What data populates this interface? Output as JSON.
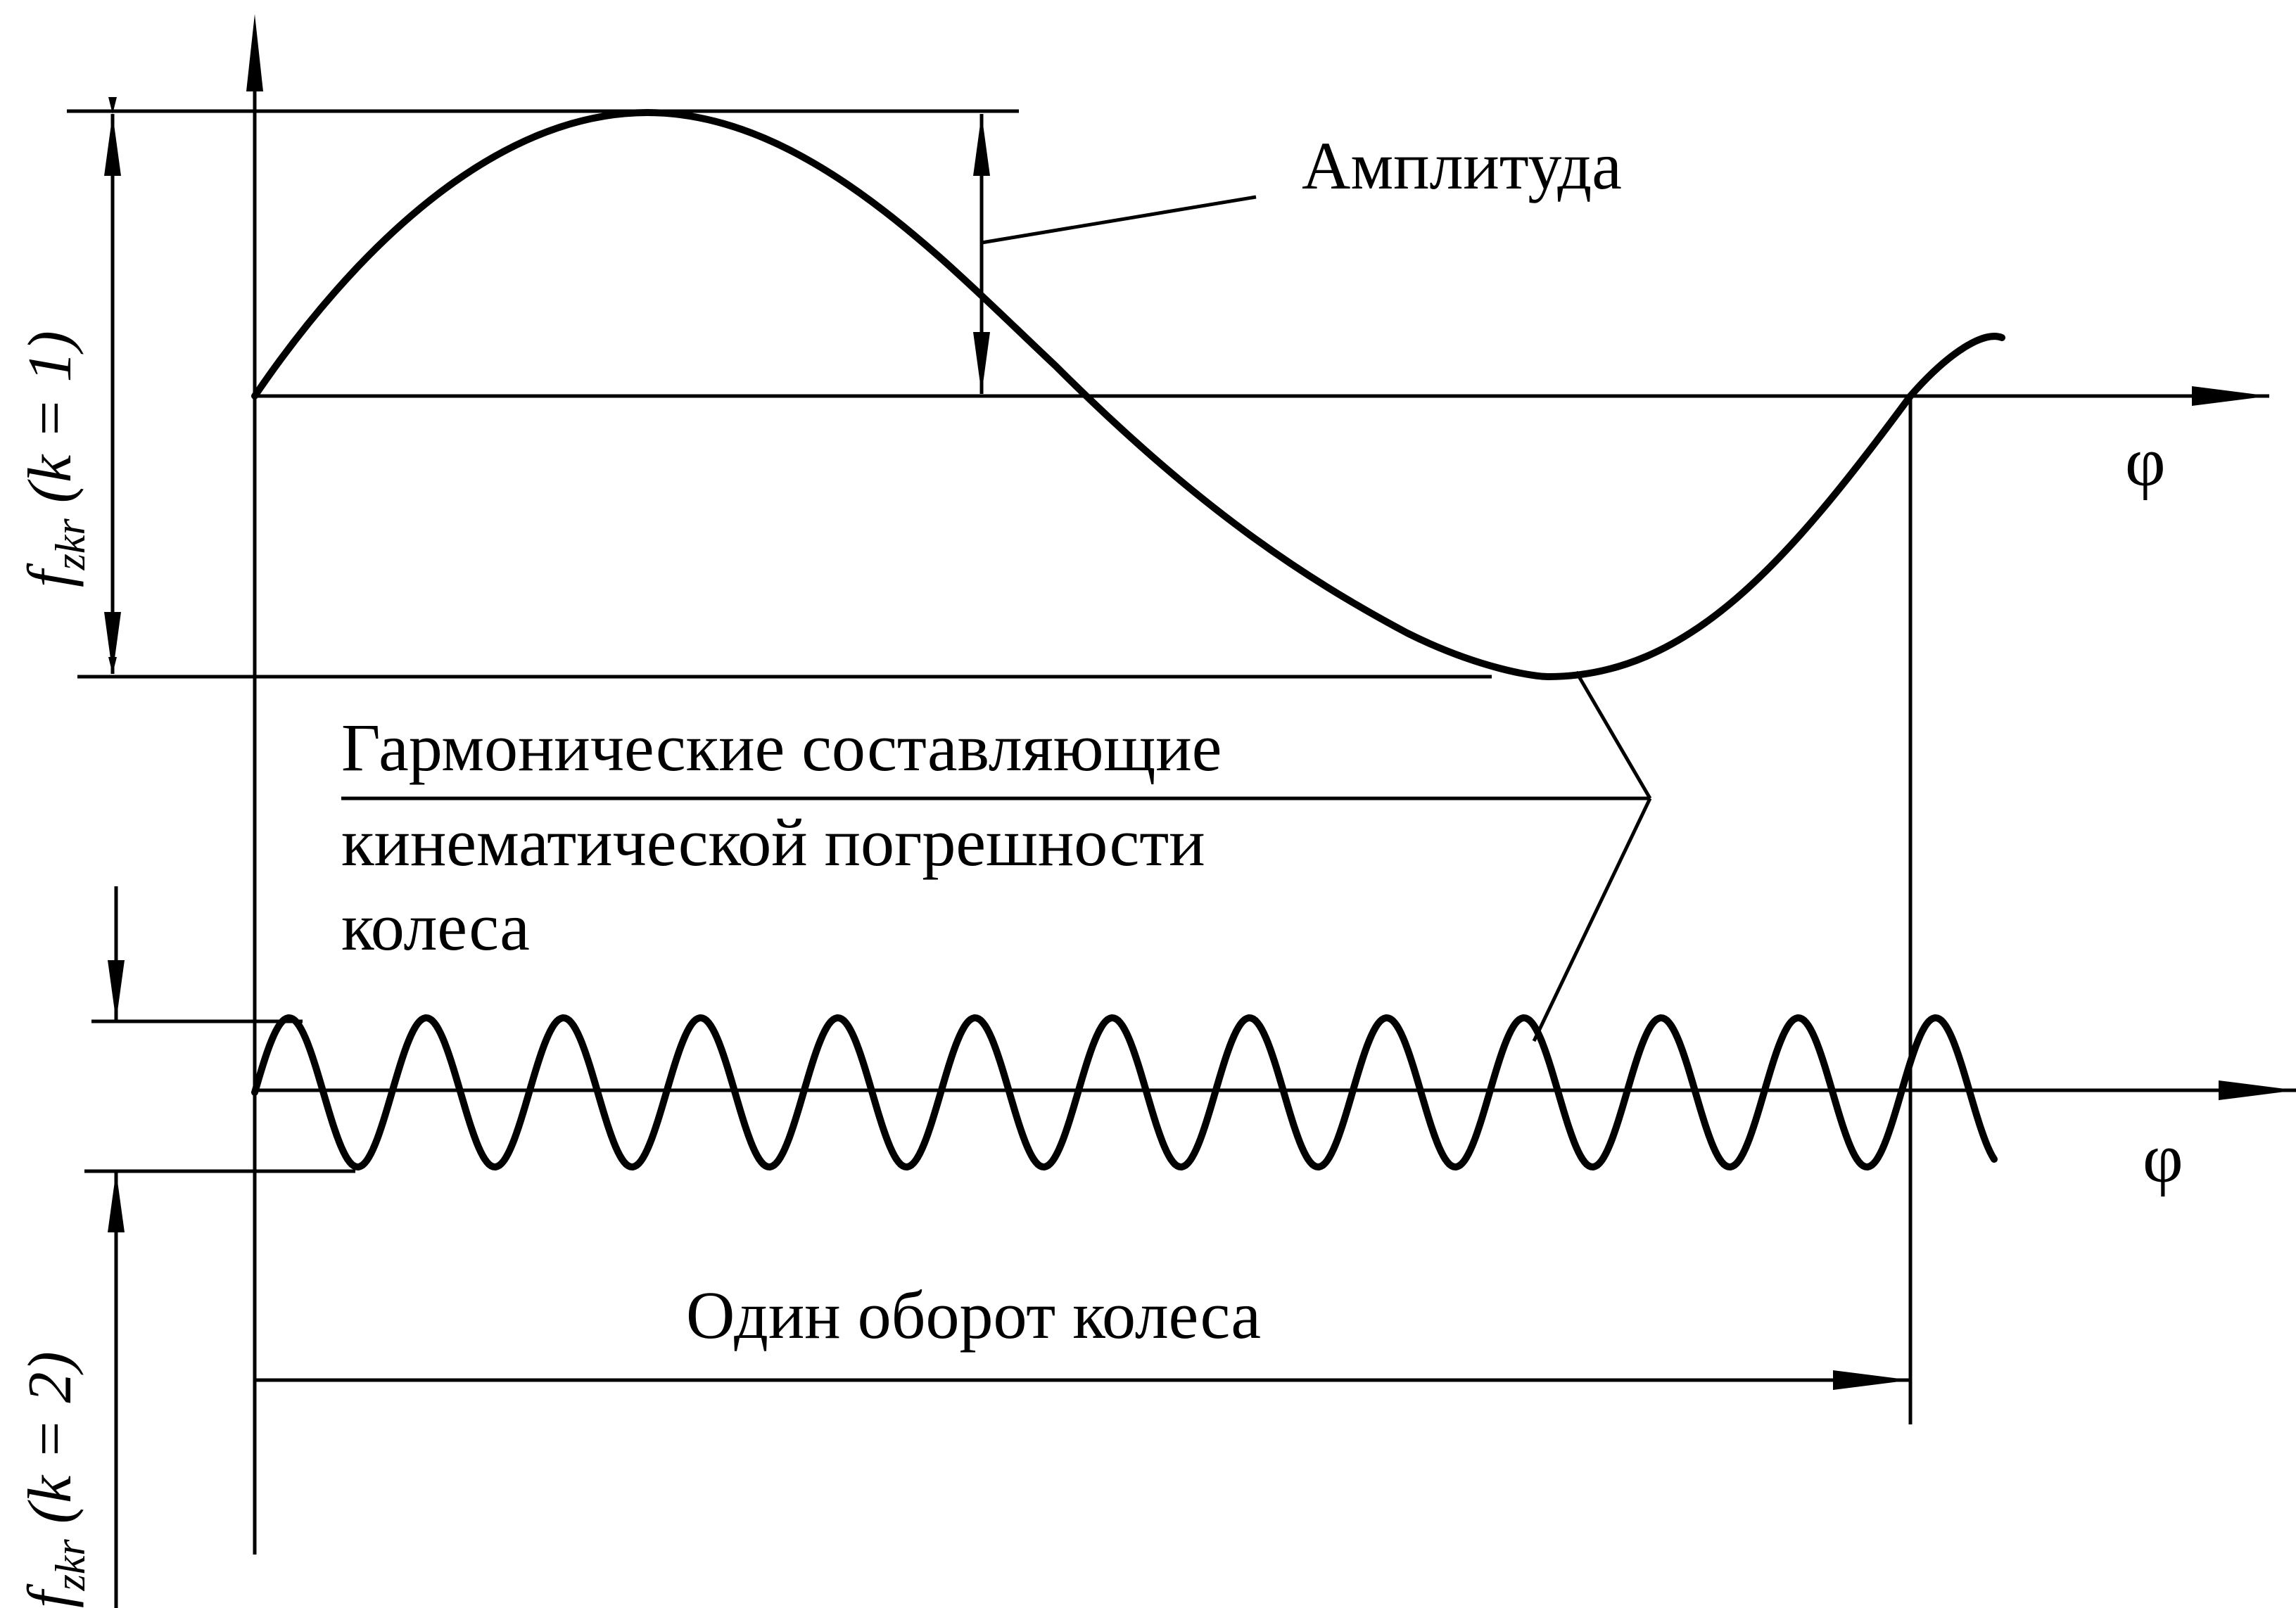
{
  "labels": {
    "amplitude": "Амплитуда",
    "harmonic_line1": "Гармонические составляющие",
    "harmonic_line2": "кинематической погрешности",
    "harmonic_line3": "колеса",
    "one_revolution": "Один оборот колеса",
    "phi_top": "φ",
    "phi_bottom": "φ"
  },
  "axis_label_top": {
    "f": "f",
    "sub": "zkr",
    "rest": " (k = 1)"
  },
  "axis_label_bottom": {
    "f": "f",
    "sub": "zkr",
    "rest": " (k = 2)"
  },
  "colors": {
    "ink": "#000000",
    "background": "#ffffff"
  }
}
